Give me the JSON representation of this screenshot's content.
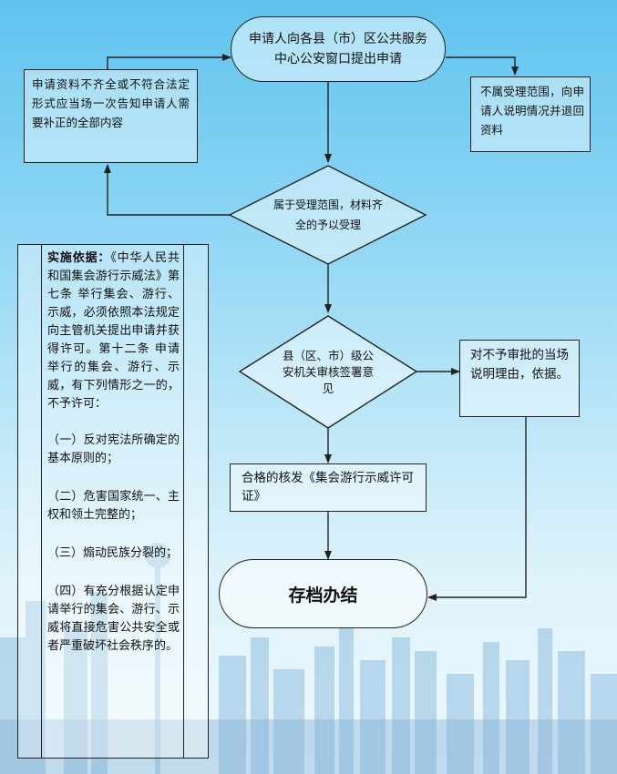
{
  "flow": {
    "apply": "申请人向各县（市）区公共服务中心公安窗口提出申请",
    "incomplete": "申请资料不齐全或不符合法定形式应当场一次告知申请人需要补正的全部内容",
    "not_in_scope": "不属受理范围，向申请人说明情况并退回资料",
    "accept": "属于受理范围，材料齐全的予以受理",
    "review": "县（区、市）级公安机关审核签署意见",
    "deny": "对不予审批的当场说明理由，依据。",
    "issue": "合格的核发《集会游行示威许可证》",
    "archive": "存档办结"
  },
  "basis": {
    "label": "实施依据：",
    "text": "《中华人民共和国集会游行示威法》第七条 举行集会、游行、示威，必须依照本法规定向主管机关提出申请并获得许可。第十二条 申请举行的集会、游行、示威，有下列情形之一的，不予许可：",
    "items": [
      "（一）反对宪法所确定的基本原则的；",
      "（二）危害国家统一、主权和领土完整的；",
      "（三）煽动民族分裂的；",
      "（四）有充分根据认定申请举行的集会、游行、示威将直接危害公共安全或者严重破坏社会秩序的。"
    ]
  },
  "colors": {
    "sky_top": "#5fc3ee",
    "sky_bottom": "#eef8fc",
    "line": "#222222",
    "skyline": "#7fb6d8"
  }
}
